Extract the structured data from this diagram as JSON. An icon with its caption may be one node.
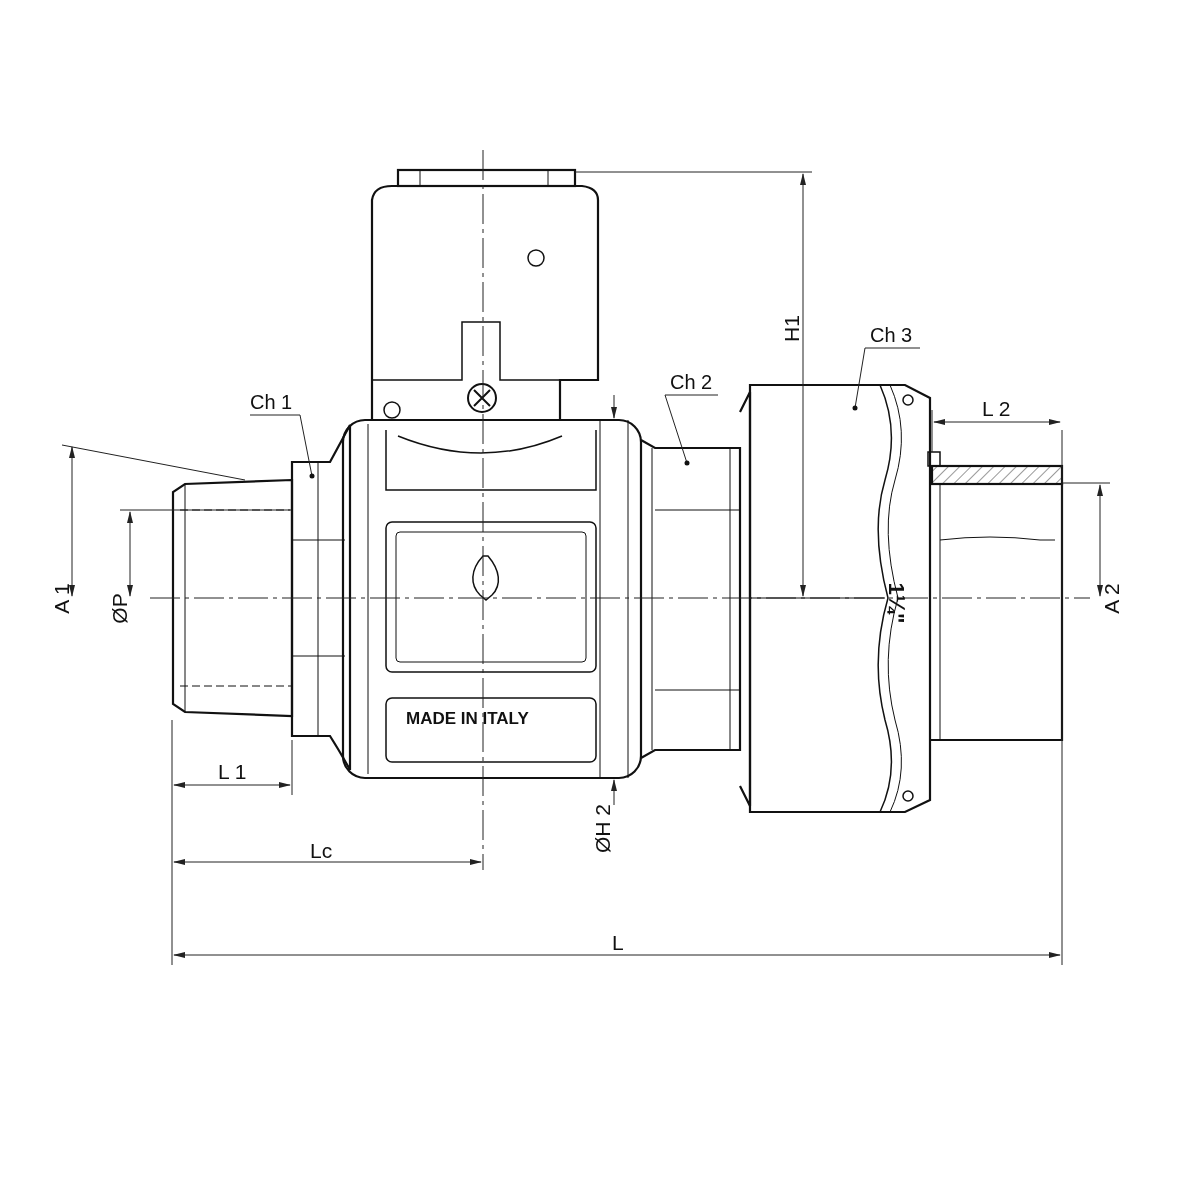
{
  "diagram": {
    "nodes": [
      {
        "text": [
          "Ch 1"
        ]
      },
      {
        "text": [
          "Ch 2"
        ]
      },
      {
        "text": [
          "Ch 3"
        ]
      }
    ],
    "edges": [
      {
        "from": 0,
        "to": null,
        "arrow": "other"
      },
      {
        "from": 1,
        "to": null,
        "arrow": "other"
      },
      {
        "from": 2,
        "to": null,
        "arrow": "other"
      }
    ],
    "labels": [
      "H1",
      "L 2",
      "A 1",
      "ØP",
      "A 2",
      "1¼\"",
      "MADE IN ITALY",
      "L 1",
      "ØH 2",
      "Lc",
      "L"
    ]
  }
}
